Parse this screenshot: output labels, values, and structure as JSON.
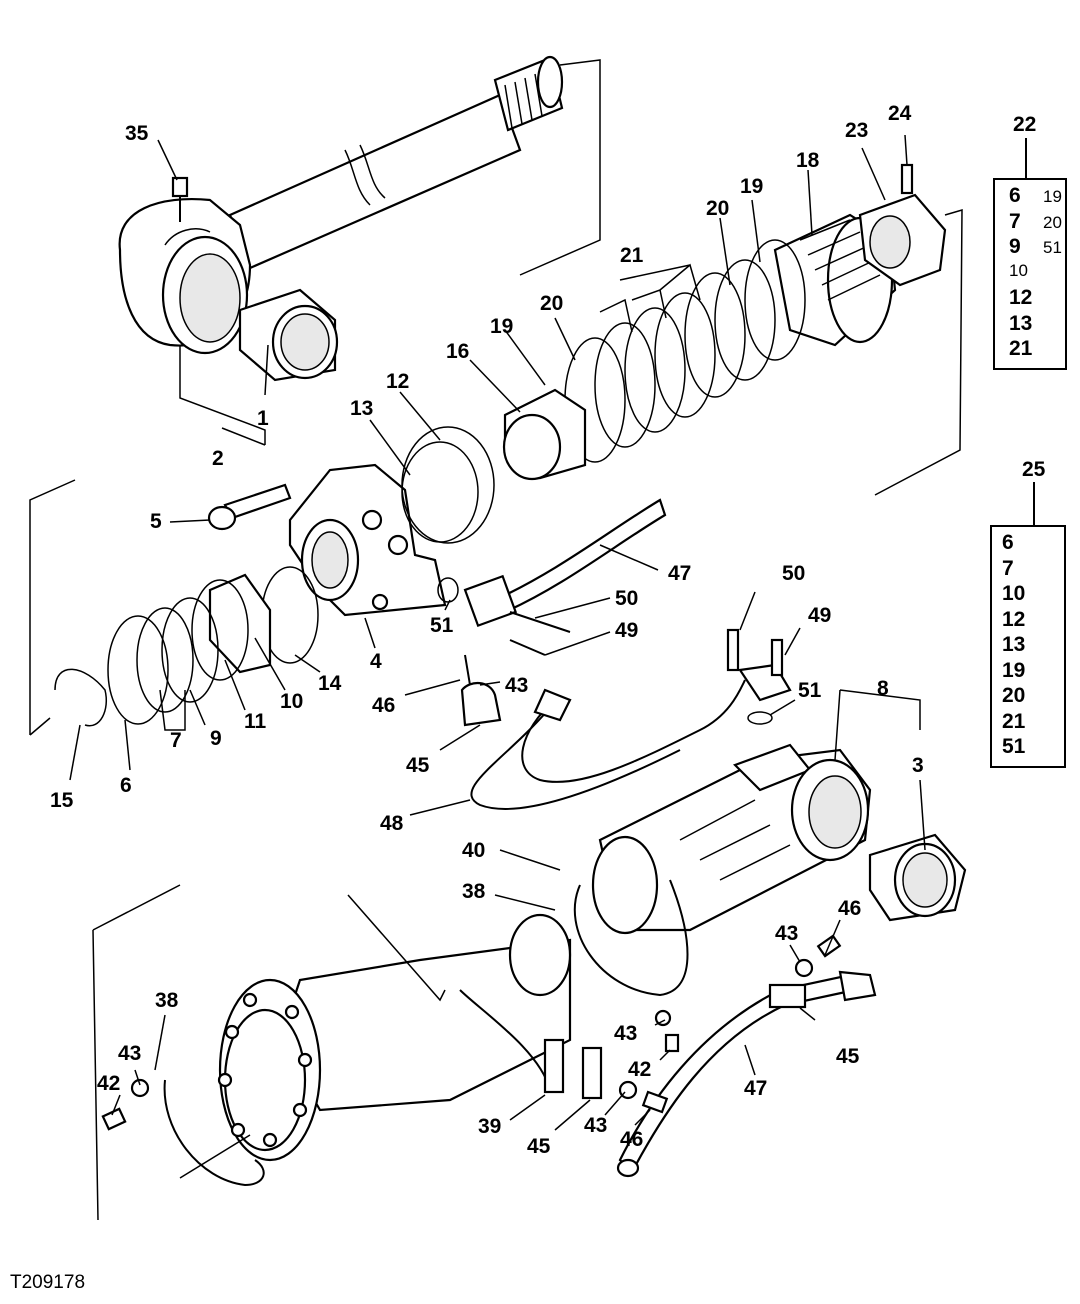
{
  "figure_id": "T209178",
  "kits": [
    {
      "id": "22",
      "items": [
        {
          "main": "6",
          "sub": "19"
        },
        {
          "main": "7",
          "sub": "20"
        },
        {
          "main": "9",
          "sub": "51"
        },
        {
          "main": "",
          "sub": "10"
        },
        {
          "main": "12",
          "sub": ""
        },
        {
          "main": "13",
          "sub": ""
        },
        {
          "main": "21",
          "sub": ""
        }
      ]
    },
    {
      "id": "25",
      "items": [
        "6",
        "7",
        "10",
        "12",
        "13",
        "19",
        "20",
        "21",
        "51"
      ]
    }
  ],
  "callouts": [
    {
      "text": "35"
    },
    {
      "text": "1"
    },
    {
      "text": "2"
    },
    {
      "text": "24"
    },
    {
      "text": "23"
    },
    {
      "text": "18"
    },
    {
      "text": "19"
    },
    {
      "text": "20"
    },
    {
      "text": "21"
    },
    {
      "text": "20"
    },
    {
      "text": "19"
    },
    {
      "text": "16"
    },
    {
      "text": "12"
    },
    {
      "text": "13"
    },
    {
      "text": "5"
    },
    {
      "text": "47"
    },
    {
      "text": "50"
    },
    {
      "text": "49"
    },
    {
      "text": "51"
    },
    {
      "text": "4"
    },
    {
      "text": "14"
    },
    {
      "text": "10"
    },
    {
      "text": "11"
    },
    {
      "text": "9"
    },
    {
      "text": "7"
    },
    {
      "text": "6"
    },
    {
      "text": "15"
    },
    {
      "text": "46"
    },
    {
      "text": "43"
    },
    {
      "text": "45"
    },
    {
      "text": "50"
    },
    {
      "text": "49"
    },
    {
      "text": "51"
    },
    {
      "text": "8"
    },
    {
      "text": "3"
    },
    {
      "text": "48"
    },
    {
      "text": "40"
    },
    {
      "text": "38"
    },
    {
      "text": "46"
    },
    {
      "text": "43"
    },
    {
      "text": "45"
    },
    {
      "text": "43"
    },
    {
      "text": "42"
    },
    {
      "text": "47"
    },
    {
      "text": "38"
    },
    {
      "text": "43"
    },
    {
      "text": "42"
    },
    {
      "text": "39"
    },
    {
      "text": "45"
    },
    {
      "text": "43"
    },
    {
      "text": "46"
    }
  ]
}
